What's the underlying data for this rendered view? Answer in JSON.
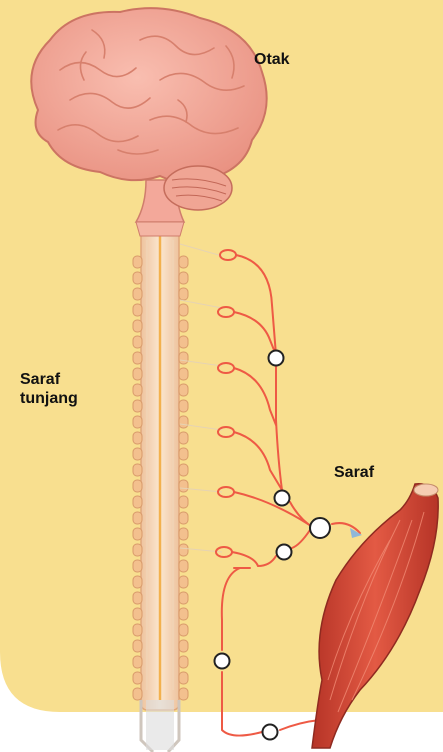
{
  "labels": {
    "brain": "Otak",
    "spinal_cord_line1": "Saraf",
    "spinal_cord_line2": "tunjang",
    "nerve": "Saraf"
  },
  "colors": {
    "background_panel": "#f8df8f",
    "brain": "#f2a495",
    "spinal_cord": "#f6c79f",
    "nerve_line": "#ee5a45",
    "muscle": "#d64a37",
    "node_fill": "#ffffff"
  },
  "icons": [
    "brain-icon",
    "spinal-cord-icon",
    "muscle-icon",
    "nerve-node-icon"
  ]
}
